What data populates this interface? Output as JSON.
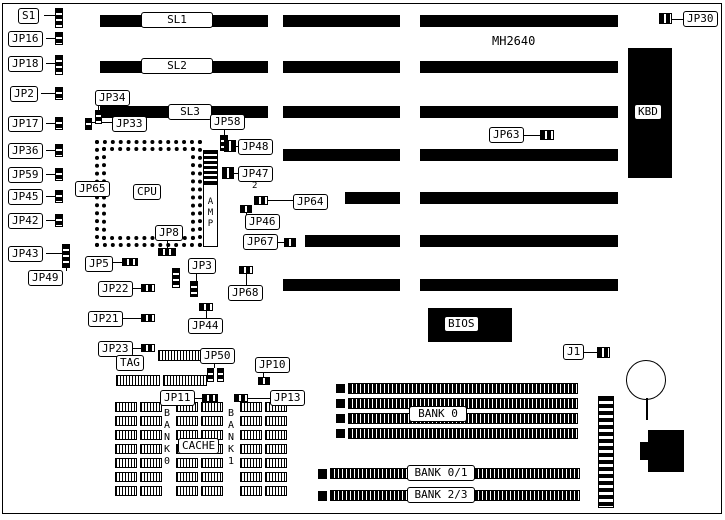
{
  "title": {
    "model": "MH2640"
  },
  "labels": {
    "s1": "S1",
    "jp16": "JP16",
    "jp18": "JP18",
    "jp2": "JP2",
    "jp34": "JP34",
    "jp17": "JP17",
    "jp33": "JP33",
    "jp36": "JP36",
    "jp59": "JP59",
    "jp65": "JP65",
    "jp45": "JP45",
    "jp42": "JP42",
    "jp43": "JP43",
    "jp49": "JP49",
    "jp5": "JP5",
    "jp8": "JP8",
    "jp3": "JP3",
    "jp22": "JP22",
    "jp21": "JP21",
    "jp23": "JP23",
    "jp44": "JP44",
    "jp68": "JP68",
    "sl1": "SL1",
    "sl2": "SL2",
    "sl3": "SL3",
    "jp58": "JP58",
    "jp48": "JP48",
    "jp47": "JP47",
    "jp64": "JP64",
    "jp46": "JP46",
    "jp67": "JP67",
    "jp63": "JP63",
    "jp30": "JP30",
    "j1": "J1",
    "jp50": "JP50",
    "jp10": "JP10",
    "jp11": "JP11",
    "jp13": "JP13",
    "tag": "TAG",
    "cache": "CACHE",
    "cpu": "CPU",
    "kbd": "KBD",
    "bios": "BIOS",
    "bank0": "BANK 0",
    "bank01": "BANK 0/1",
    "bank23": "BANK 2/3"
  },
  "vertical_labels": {
    "amp": "A\nM\nP",
    "cache_bank0": "B\nA\nN\nK\n0",
    "cache_bank1": "B\nA\nN\nK\n1"
  },
  "annotations": {
    "jp64_pin": "2"
  }
}
